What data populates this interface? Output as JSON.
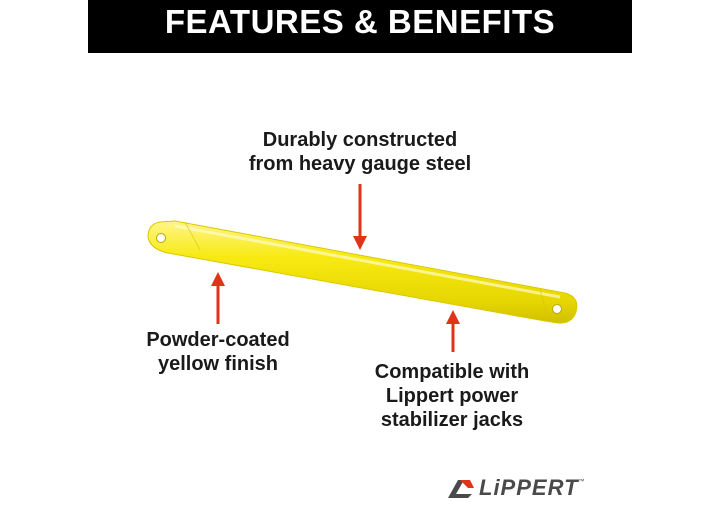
{
  "banner": {
    "title": "FEATURES & BENEFITS"
  },
  "callouts": {
    "top": {
      "line1": "Durably constructed",
      "line2": "from heavy gauge steel"
    },
    "left": {
      "line1": "Powder-coated",
      "line2": "yellow finish"
    },
    "right": {
      "line1": "Compatible with",
      "line2": "Lippert power",
      "line3": "stabilizer jacks"
    }
  },
  "logo": {
    "text": "LiPPERT",
    "tm": "™"
  },
  "colors": {
    "banner_bg": "#000000",
    "bar_yellow": "#f2e600",
    "arrow": "#e0341a",
    "logo_gray": "#4a4a4a"
  }
}
